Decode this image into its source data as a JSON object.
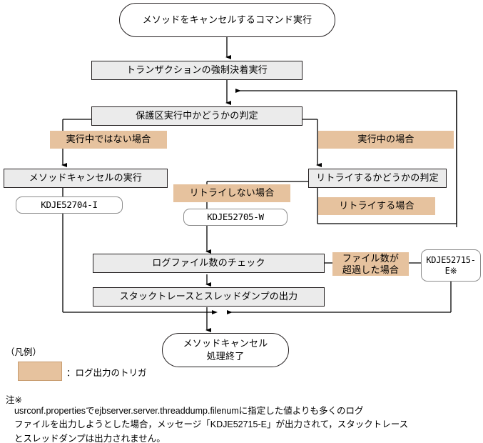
{
  "diagram": {
    "title_node": "メソッドをキャンセルするコマンド実行",
    "nodes": {
      "start": "メソッドをキャンセルするコマンド実行",
      "transaction": "トランザクションの強制決着実行",
      "guard_decision": "保護区実行中かどうかの判定",
      "not_running_label": "実行中ではない場合",
      "running_label": "実行中の場合",
      "method_cancel": "メソッドキャンセルの実行",
      "msg_52704": "KDJE52704-I",
      "retry_decision": "リトライするかどうかの判定",
      "no_retry_label": "リトライしない場合",
      "retry_label": "リトライする場合",
      "msg_52705": "KDJE52705-W",
      "log_file_check": "ログファイル数のチェック",
      "file_exceeded_label": "ファイル数が\n超過した場合",
      "msg_52715": "KDJE52715-\nE※",
      "stacktrace_output": "スタックトレースとスレッドダンプの出力",
      "end": "メソッドキャンセル\n処理終了"
    },
    "colors": {
      "process_fill": "#ebebeb",
      "trigger_fill": "#e6c29e",
      "stroke": "#231f20",
      "msg_stroke": "#8c8c8c",
      "background": "#ffffff"
    }
  },
  "legend": {
    "heading": "（凡例）",
    "swatch_description": "：ログ出力のトリガ"
  },
  "footnote": {
    "heading": "注※",
    "body": "usrconf.propertiesでejbserver.server.threaddump.filenumに指定した値よりも多くのログ\nファイルを出力しようとした場合，メッセージ「KDJE52715-E」が出力されて，スタックトレース\nとスレッドダンプは出力されません。"
  }
}
